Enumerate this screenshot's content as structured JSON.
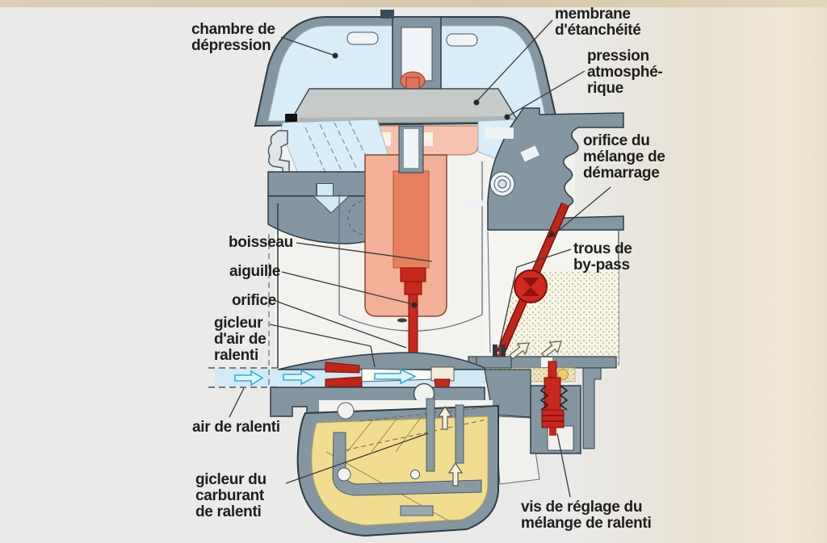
{
  "figure": {
    "kind": "technical cutaway diagram of a carburetor idle/starting circuit",
    "language": "fr"
  },
  "labels": {
    "chambre_depression": "chambre de\ndépression",
    "membrane_etancheite": "membrane\nd'étanchéité",
    "pression_atmospherique": "pression\natmosphé-\nrique",
    "orifice_melange_demarrage": "orifice du\nmélange de\ndémarrage",
    "trous_bypass": "trous de\nby-pass",
    "boisseau": "boisseau",
    "aiguille": "aiguille",
    "orifice": "orifice",
    "gicleur_air_ralenti": "gicleur\nd'air de\nralenti",
    "air_ralenti": "air de ralenti",
    "gicleur_carburant_ralenti": "gicleur du\ncarburant\nde ralenti",
    "vis_reglage": "vis de réglage du\nmélange de ralenti"
  },
  "colors": {
    "casting_gray": "#8496a1",
    "vacuum_chamber_blue": "#d9edf8",
    "air_channel_blue": "#cfe9f7",
    "piston_salmon": "#f2b096",
    "piston_inner": "#e87e60",
    "red_parts": "#c8271c",
    "membrane_gray": "#c6cac8",
    "fuel_yellow": "#f2dc90",
    "mixture_stipple": "#f7f4e4",
    "label_text": "#1e1e1c",
    "background": "#e9e9e7",
    "background_beige": "#e9dec9"
  }
}
